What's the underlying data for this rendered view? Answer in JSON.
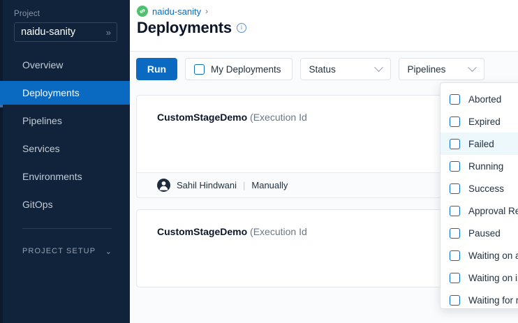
{
  "sidebar": {
    "project_label": "Project",
    "project_value": "naidu-sanity",
    "expand_icon": "»",
    "items": [
      {
        "label": "Overview",
        "active": false
      },
      {
        "label": "Deployments",
        "active": true
      },
      {
        "label": "Pipelines",
        "active": false
      },
      {
        "label": "Services",
        "active": false
      },
      {
        "label": "Environments",
        "active": false
      },
      {
        "label": "GitOps",
        "active": false
      }
    ],
    "setup_label": "PROJECT SETUP",
    "setup_chevron": "⌄"
  },
  "header": {
    "breadcrumb_project": "naidu-sanity",
    "breadcrumb_separator": "›",
    "title": "Deployments",
    "info_glyph": "i"
  },
  "toolbar": {
    "run_label": "Run",
    "my_deployments_label": "My Deployments",
    "my_deployments_checked": false,
    "status_label": "Status",
    "pipelines_label": "Pipelines"
  },
  "status_dropdown": {
    "open": true,
    "highlighted": "Failed",
    "items": [
      {
        "label": "Aborted",
        "checked": false
      },
      {
        "label": "Expired",
        "checked": false
      },
      {
        "label": "Failed",
        "checked": false
      },
      {
        "label": "Running",
        "checked": false
      },
      {
        "label": "Success",
        "checked": false
      },
      {
        "label": "Approval Rejected",
        "checked": false
      },
      {
        "label": "Paused",
        "checked": false
      },
      {
        "label": "Waiting on approval",
        "checked": false
      },
      {
        "label": "Waiting on intervention",
        "checked": false
      },
      {
        "label": "Waiting for resources",
        "checked": false
      }
    ]
  },
  "cards": [
    {
      "name": "CustomStageDemo",
      "subtitle": "(Execution Id",
      "author": "Sahil Hindwani",
      "trigger": "Manually"
    },
    {
      "name": "CustomStageDemo",
      "subtitle": "(Execution Id"
    }
  ],
  "colors": {
    "accent": "#0a69c1",
    "sidebar_bg": "#10233b",
    "breadcrumb_icon": "#4dc16e",
    "highlight": "#edf8fd"
  }
}
